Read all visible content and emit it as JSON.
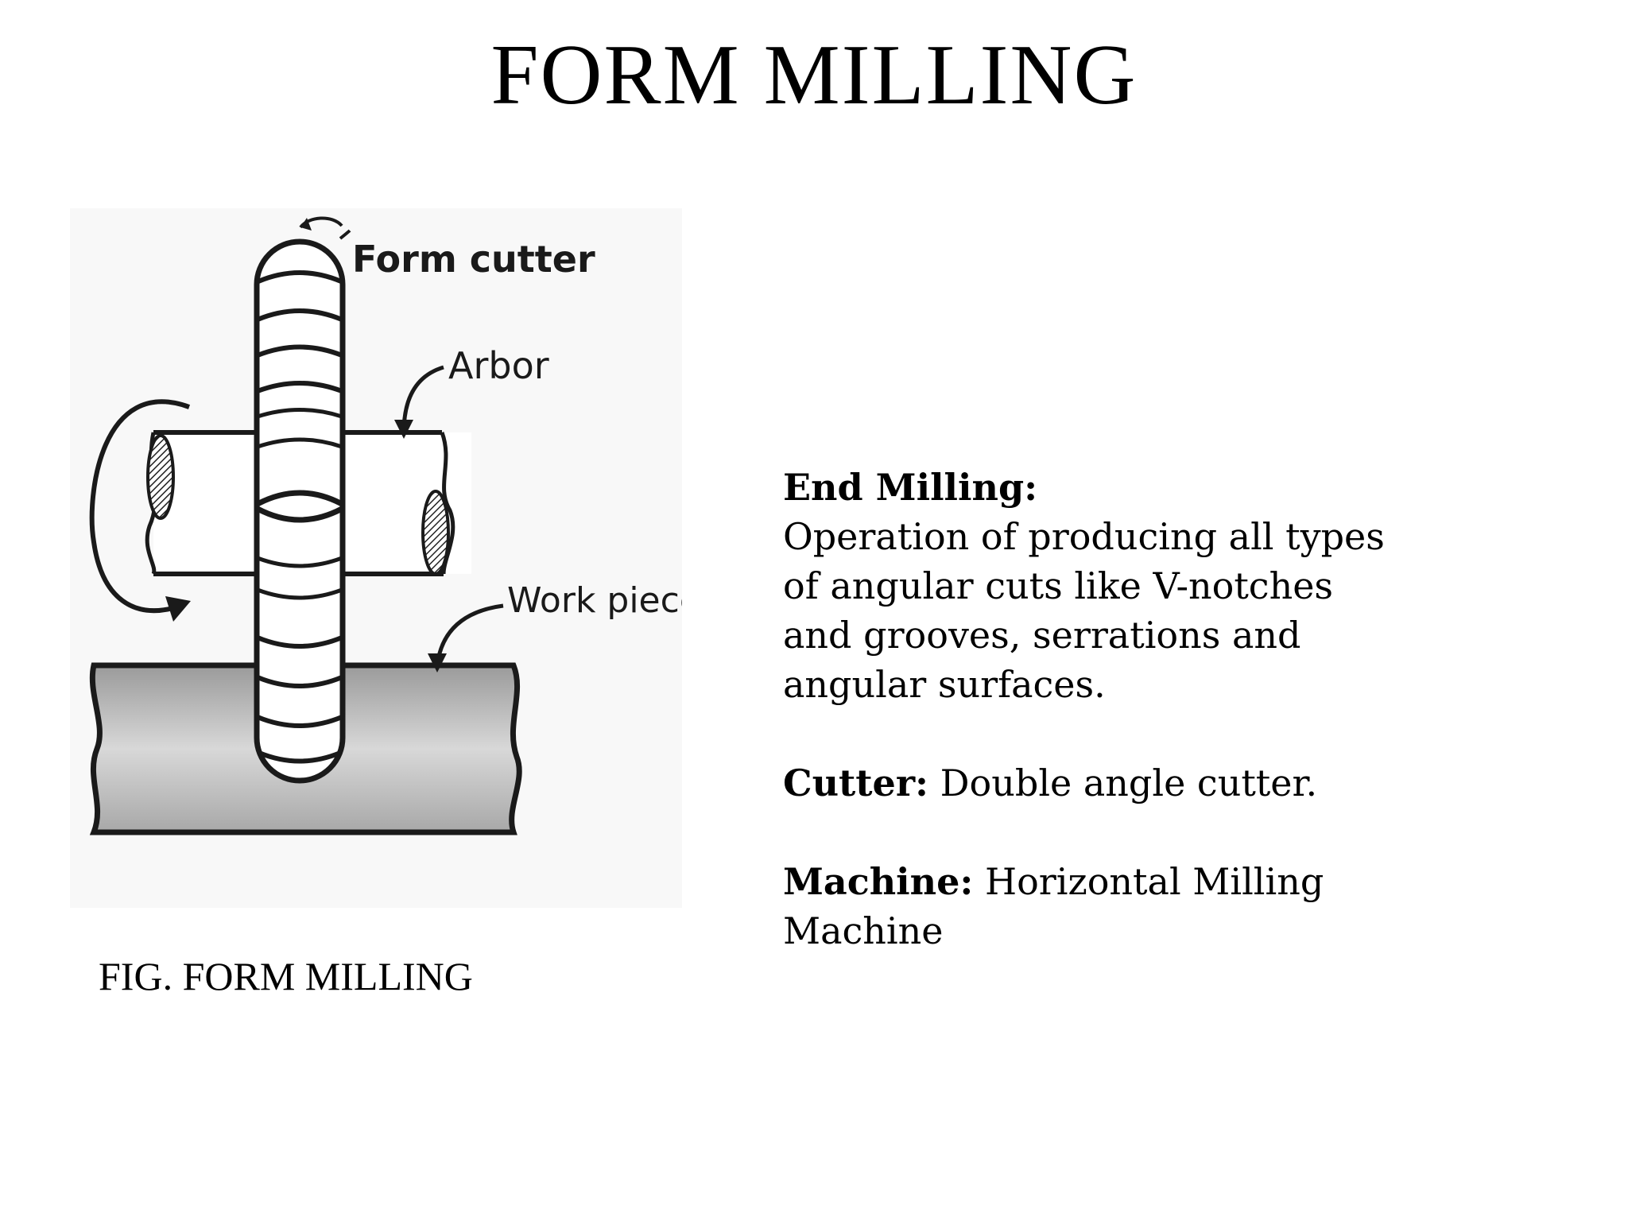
{
  "slide": {
    "title": "FORM MILLING"
  },
  "figure": {
    "labels": {
      "form_cutter": "Form cutter",
      "arbor": "Arbor",
      "work_piece": "Work piece"
    },
    "caption": "FIG. FORM MILLING"
  },
  "content": {
    "end_milling_heading": "End Milling:",
    "end_milling_lines": [
      "Operation of producing all types",
      "of angular cuts like V-notches",
      "and grooves, serrations and",
      "angular surfaces."
    ],
    "cutter_label": "Cutter:",
    "cutter_value": " Double angle cutter.",
    "machine_label": "Machine:",
    "machine_value_line1": " Horizontal Milling",
    "machine_value_line2": "Machine"
  }
}
